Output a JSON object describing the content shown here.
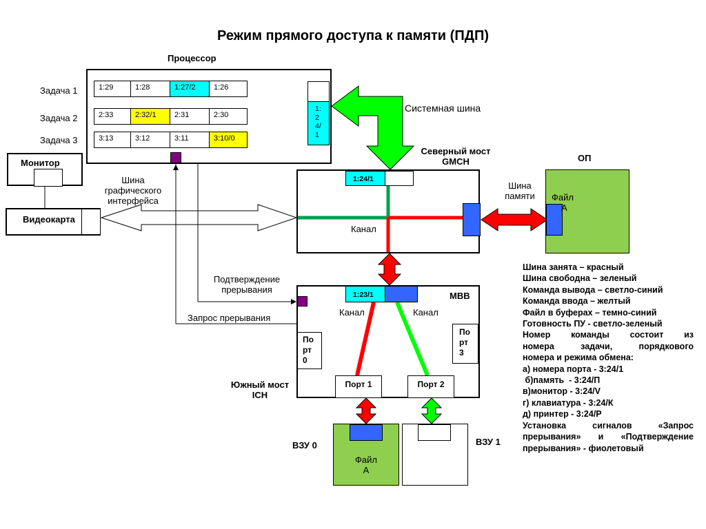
{
  "title": "Режим прямого доступа к памяти (ПДП)",
  "processor": {
    "label": "Процессор",
    "tasks": [
      {
        "label": "Задача 1",
        "cells": [
          "1:29",
          "1:28",
          "1:27/2",
          "1:26"
        ]
      },
      {
        "label": "Задача 2",
        "cells": [
          "2:33",
          "2:32/1",
          "2:31",
          "2:30"
        ]
      },
      {
        "label": "Задача 3",
        "cells": [
          "3:13",
          "3:12",
          "3:11",
          "3:10/0"
        ]
      }
    ],
    "buffer_lines": [
      "1:",
      "2",
      "4/",
      "1"
    ]
  },
  "system_bus_label": "Системная шина",
  "north_bridge": {
    "label_lines": [
      "Северный мост",
      "GMCH"
    ],
    "buffer": "1:24/1",
    "channel": "Канал"
  },
  "op": {
    "label": "ОП",
    "file_lines": [
      "Файл",
      "А"
    ]
  },
  "memory_bus_lines": [
    "Шина",
    "памяти"
  ],
  "monitor_label": "Монитор",
  "videocard_label": "Видеокарта",
  "graphics_bus_lines": [
    "Шина",
    "графического",
    "интерфейса"
  ],
  "irq_ack_lines": [
    "Подтверждение",
    "прерывания"
  ],
  "irq_request": "Запрос  прерывания",
  "south_bridge": {
    "label_lines": [
      "Южный мост",
      "ICH"
    ],
    "mvv": "МВВ",
    "buffer": "1:23/1",
    "channel_left": "Канал",
    "channel_right": "Канал",
    "port0_lines": [
      "По",
      "рт",
      "0"
    ],
    "port3_lines": [
      "По",
      "рт",
      "3"
    ],
    "port1": "Порт 1",
    "port2": "Порт 2"
  },
  "vzu0": {
    "label": "ВЗУ 0",
    "file_lines": [
      "Файл",
      "А"
    ]
  },
  "vzu1": {
    "label": "ВЗУ 1"
  },
  "legend": [
    "Шина занята – красный",
    "Шина свободна – зеленый",
    "Команда вывода –  светло-синий",
    "Команда ввода – желтый",
    "Файл в буферах – темно-синий",
    "Готовность ПУ   - светло-зеленый",
    "Номер команды состоит из",
    "номера задачи, порядкового",
    "номера  и режима обмена:",
    "а) номера порта    -  3:24/1",
    " б)память  - 3:24/П",
    "в)монитор   - 3:24/V",
    "г) клавиатура  - 3:24/К",
    "д) принтер  - 3:24/Р",
    "Установка сигналов «Запрос",
    "прерывания» и «Подтверждение",
    "прерывания»  - фиолетовый"
  ],
  "colors": {
    "busy_red": "#ff0000",
    "free_green": "#00ff00",
    "channel_green": "#00a050",
    "output_cyan": "#00ffff",
    "input_yellow": "#ffff00",
    "file_blue": "#3366ff",
    "ready_lightgreen": "#8fcf50",
    "interrupt_purple": "#800080"
  }
}
